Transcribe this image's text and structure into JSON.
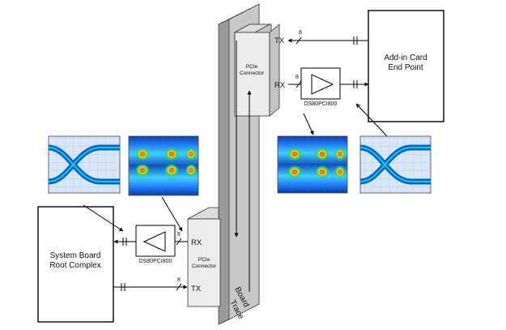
{
  "diagram": {
    "addin_card": {
      "line1": "Add-in Card",
      "line2": "End Point"
    },
    "system_board": {
      "line1": "System Board",
      "line2": "Root Complex"
    },
    "top_connector": {
      "line1": "PCIe",
      "line2": "Connector",
      "tx": "TX",
      "rx": "RX"
    },
    "bottom_connector": {
      "line1": "PCIe",
      "line2": "Connector",
      "tx": "TX",
      "rx": "RX"
    },
    "top_repeater_label": "DS80PCI800",
    "bottom_repeater_label": "DS80PCI800",
    "bus_width_labels": [
      "8",
      "8",
      "8",
      "8"
    ],
    "board_trace": {
      "line1": "Board",
      "line2": "Trace"
    }
  },
  "colors": {
    "eye_clean_bg": "#1060c0",
    "eye_clean_trace": "#00d0ff",
    "eye_hot_center": "#ff3030",
    "eye_warm": "#ffd000",
    "board_face": "#c8c8c8",
    "board_side": "#9a9a9a",
    "connector_face": "#ececec",
    "connector_side": "#c4c4c4"
  }
}
